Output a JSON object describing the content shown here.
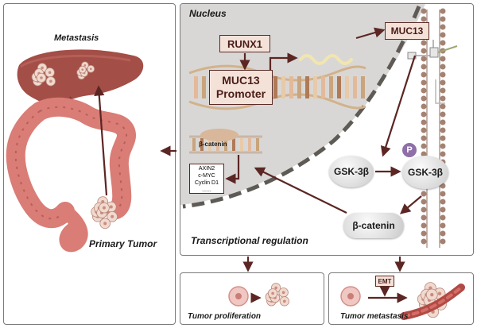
{
  "labels": {
    "nucleus": "Nucleus",
    "metastasis": "Metastasis",
    "primary_tumor": "Primary Tumor",
    "runx1": "RUNX1",
    "promoter_line1": "MUC13",
    "promoter_line2": "Promoter",
    "muc13": "MUC13",
    "beta_catenin_dna": "β-catenin",
    "targets": [
      "AXIN2",
      "c-MYC",
      "Cyclin D1",
      "......"
    ],
    "phospho": "P",
    "gsk_left": "GSK-3β",
    "gsk_right": "GSK-3β",
    "beta_catenin": "β-catenin",
    "transcriptional": "Transcriptional regulation",
    "emt": "EMT",
    "tumor_proliferation": "Tumor proliferation",
    "tumor_metastasis": "Tumor metastasis"
  },
  "colors": {
    "arrow": "#5b2623",
    "nucleus_fill": "#d9d7d5",
    "liver": "#a34e47",
    "colon": "#d97d76",
    "gsk": "#d6d6d6",
    "phospho": "#8e6fa8"
  }
}
